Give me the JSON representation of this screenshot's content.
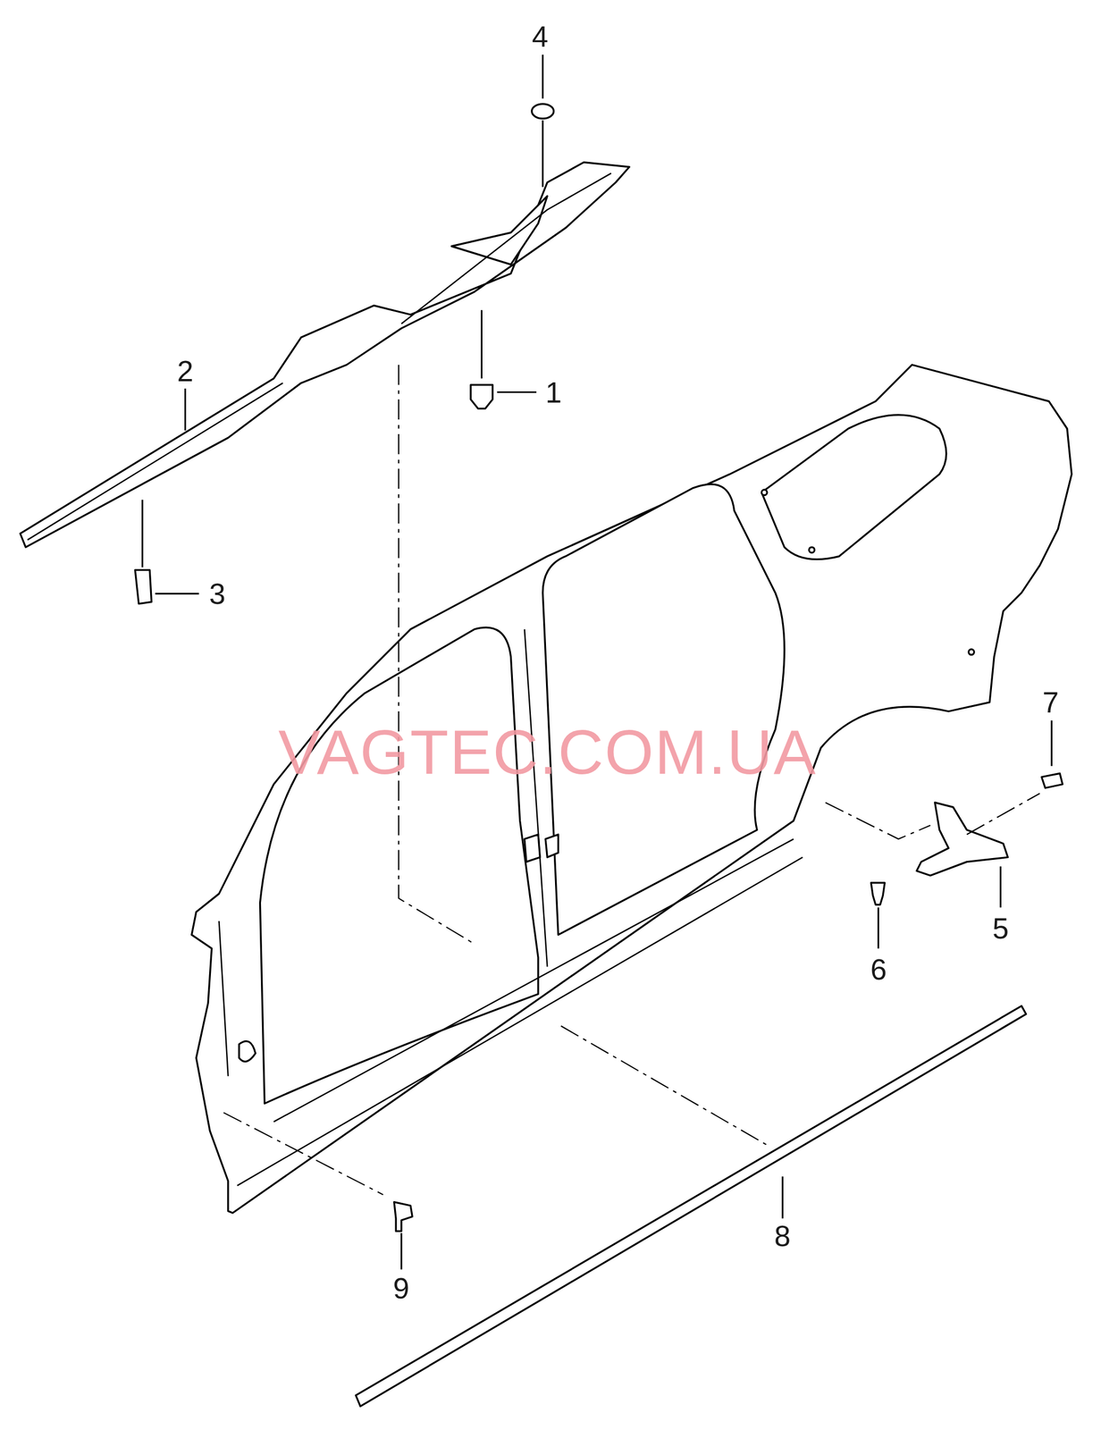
{
  "diagram": {
    "labels": [
      "4",
      "2",
      "1",
      "3",
      "VAGTEC.COM.UA",
      "7",
      "5",
      "6",
      "9",
      "8"
    ]
  }
}
